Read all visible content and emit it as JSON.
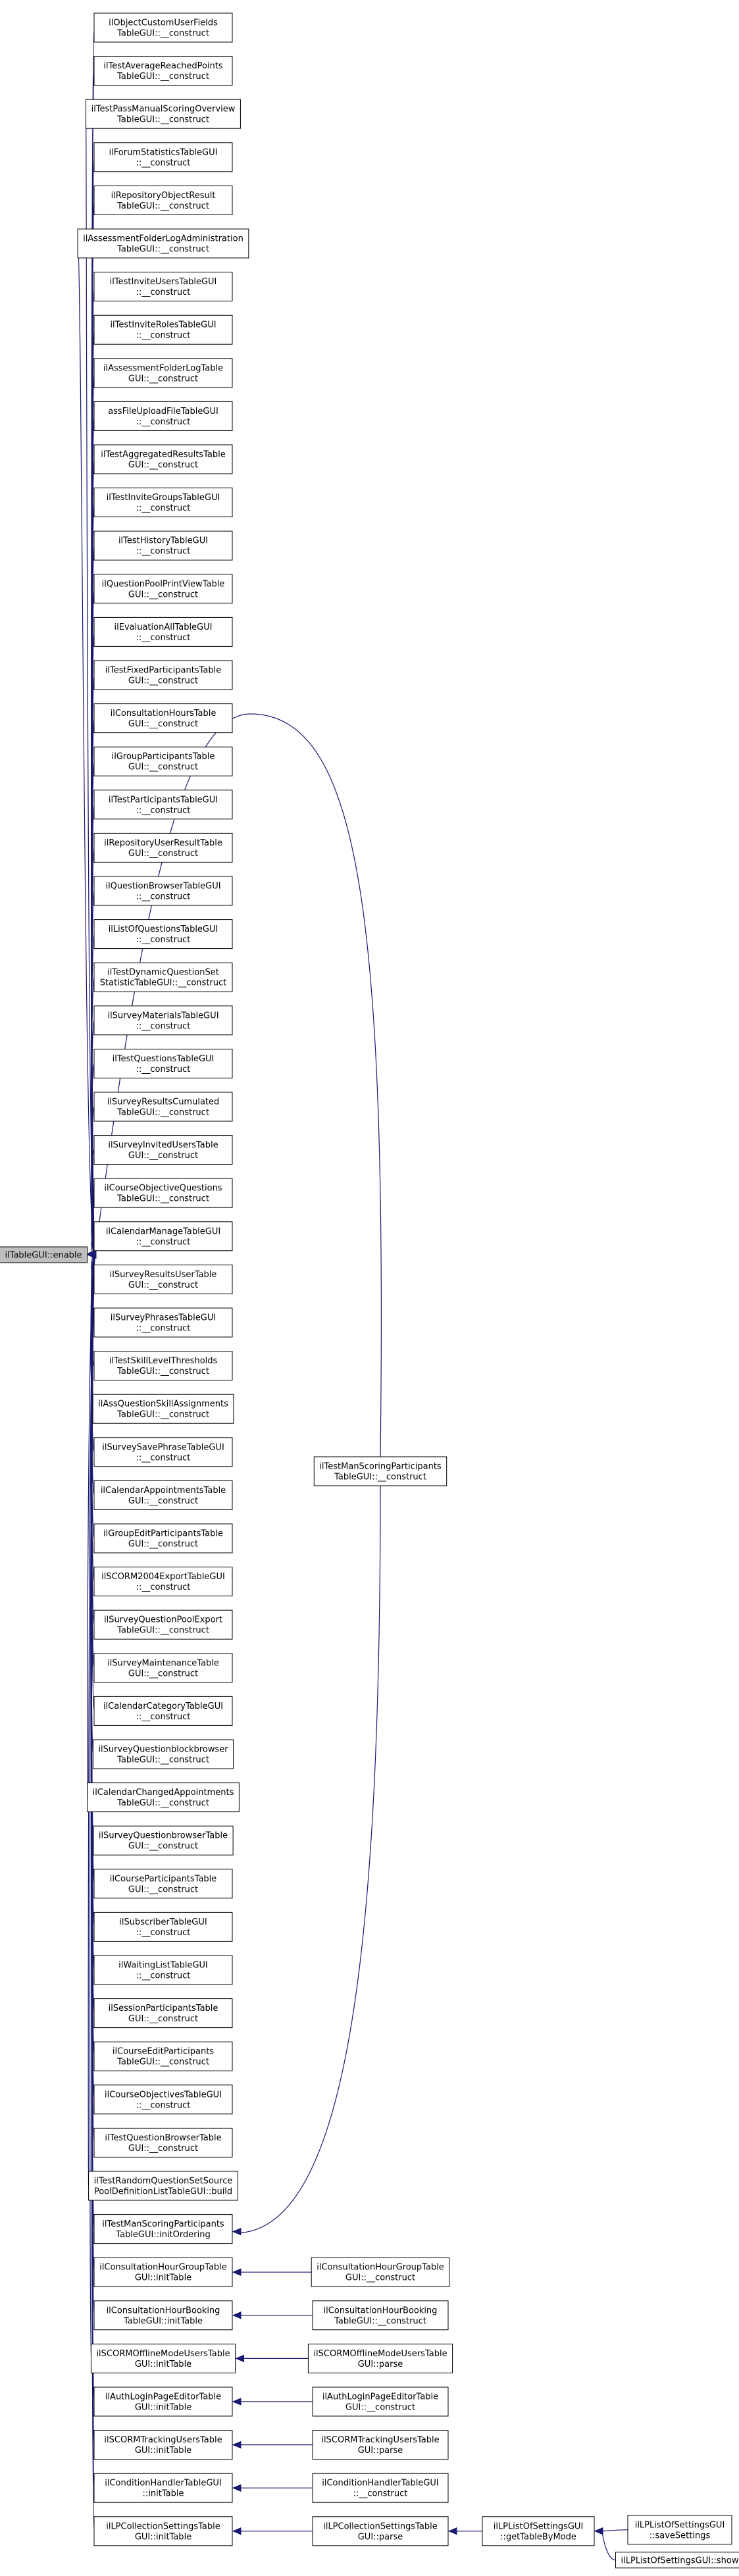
{
  "diagram": {
    "nodes": [
      {
        "id": "root",
        "lines": [
          "ilTableGUI::enable"
        ],
        "root": true
      },
      {
        "id": "n0",
        "lines": [
          "ilObjectCustomUserFields",
          "TableGUI::__construct"
        ]
      },
      {
        "id": "n1",
        "lines": [
          "ilTestAverageReachedPoints",
          "TableGUI::__construct"
        ]
      },
      {
        "id": "n2",
        "lines": [
          "ilTestPassManualScoringOverview",
          "TableGUI::__construct"
        ]
      },
      {
        "id": "n3",
        "lines": [
          "ilForumStatisticsTableGUI",
          "::__construct"
        ]
      },
      {
        "id": "n4",
        "lines": [
          "ilRepositoryObjectResult",
          "TableGUI::__construct"
        ]
      },
      {
        "id": "n5",
        "lines": [
          "ilAssessmentFolderLogAdministration",
          "TableGUI::__construct"
        ]
      },
      {
        "id": "n6",
        "lines": [
          "ilTestInviteUsersTableGUI",
          "::__construct"
        ]
      },
      {
        "id": "n7",
        "lines": [
          "ilTestInviteRolesTableGUI",
          "::__construct"
        ]
      },
      {
        "id": "n8",
        "lines": [
          "ilAssessmentFolderLogTable",
          "GUI::__construct"
        ]
      },
      {
        "id": "n9",
        "lines": [
          "assFileUploadFileTableGUI",
          "::__construct"
        ]
      },
      {
        "id": "n10",
        "lines": [
          "ilTestAggregatedResultsTable",
          "GUI::__construct"
        ]
      },
      {
        "id": "n11",
        "lines": [
          "ilTestInviteGroupsTableGUI",
          "::__construct"
        ]
      },
      {
        "id": "n12",
        "lines": [
          "ilTestHistoryTableGUI",
          "::__construct"
        ]
      },
      {
        "id": "n13",
        "lines": [
          "ilQuestionPoolPrintViewTable",
          "GUI::__construct"
        ]
      },
      {
        "id": "n14",
        "lines": [
          "ilEvaluationAllTableGUI",
          "::__construct"
        ]
      },
      {
        "id": "n15",
        "lines": [
          "ilTestFixedParticipantsTable",
          "GUI::__construct"
        ]
      },
      {
        "id": "n16",
        "lines": [
          "ilConsultationHoursTable",
          "GUI::__construct"
        ]
      },
      {
        "id": "n17",
        "lines": [
          "ilGroupParticipantsTable",
          "GUI::__construct"
        ]
      },
      {
        "id": "n18",
        "lines": [
          "ilTestParticipantsTableGUI",
          "::__construct"
        ]
      },
      {
        "id": "n19",
        "lines": [
          "ilRepositoryUserResultTable",
          "GUI::__construct"
        ]
      },
      {
        "id": "n20",
        "lines": [
          "ilQuestionBrowserTableGUI",
          "::__construct"
        ]
      },
      {
        "id": "n21",
        "lines": [
          "ilListOfQuestionsTableGUI",
          "::__construct"
        ]
      },
      {
        "id": "n22",
        "lines": [
          "ilTestDynamicQuestionSet",
          "StatisticTableGUI::__construct"
        ]
      },
      {
        "id": "n23",
        "lines": [
          "ilSurveyMaterialsTableGUI",
          "::__construct"
        ]
      },
      {
        "id": "n24",
        "lines": [
          "ilTestQuestionsTableGUI",
          "::__construct"
        ]
      },
      {
        "id": "n25",
        "lines": [
          "ilSurveyResultsCumulated",
          "TableGUI::__construct"
        ]
      },
      {
        "id": "n26",
        "lines": [
          "ilSurveyInvitedUsersTable",
          "GUI::__construct"
        ]
      },
      {
        "id": "n27",
        "lines": [
          "ilCourseObjectiveQuestions",
          "TableGUI::__construct"
        ]
      },
      {
        "id": "n28",
        "lines": [
          "ilCalendarManageTableGUI",
          "::__construct"
        ]
      },
      {
        "id": "n29",
        "lines": [
          "ilSurveyResultsUserTable",
          "GUI::__construct"
        ]
      },
      {
        "id": "n30",
        "lines": [
          "ilSurveyPhrasesTableGUI",
          "::__construct"
        ]
      },
      {
        "id": "n31",
        "lines": [
          "ilTestSkillLevelThresholds",
          "TableGUI::__construct"
        ]
      },
      {
        "id": "n32",
        "lines": [
          "ilAssQuestionSkillAssignments",
          "TableGUI::__construct"
        ]
      },
      {
        "id": "n33",
        "lines": [
          "ilSurveySavePhraseTableGUI",
          "::__construct"
        ]
      },
      {
        "id": "n34",
        "lines": [
          "ilCalendarAppointmentsTable",
          "GUI::__construct"
        ]
      },
      {
        "id": "n35",
        "lines": [
          "ilGroupEditParticipantsTable",
          "GUI::__construct"
        ]
      },
      {
        "id": "n36",
        "lines": [
          "ilSCORM2004ExportTableGUI",
          "::__construct"
        ]
      },
      {
        "id": "n37",
        "lines": [
          "ilSurveyQuestionPoolExport",
          "TableGUI::__construct"
        ]
      },
      {
        "id": "n38",
        "lines": [
          "ilSurveyMaintenanceTable",
          "GUI::__construct"
        ]
      },
      {
        "id": "n39",
        "lines": [
          "ilCalendarCategoryTableGUI",
          "::__construct"
        ]
      },
      {
        "id": "n40",
        "lines": [
          "ilSurveyQuestionblockbrowser",
          "TableGUI::__construct"
        ]
      },
      {
        "id": "n41",
        "lines": [
          "ilCalendarChangedAppointments",
          "TableGUI::__construct"
        ]
      },
      {
        "id": "n42",
        "lines": [
          "ilSurveyQuestionbrowserTable",
          "GUI::__construct"
        ]
      },
      {
        "id": "n43",
        "lines": [
          "ilCourseParticipantsTable",
          "GUI::__construct"
        ]
      },
      {
        "id": "n44",
        "lines": [
          "ilSubscriberTableGUI",
          "::__construct"
        ]
      },
      {
        "id": "n45",
        "lines": [
          "ilWaitingListTableGUI",
          "::__construct"
        ]
      },
      {
        "id": "n46",
        "lines": [
          "ilSessionParticipantsTable",
          "GUI::__construct"
        ]
      },
      {
        "id": "n47",
        "lines": [
          "ilCourseEditParticipants",
          "TableGUI::__construct"
        ]
      },
      {
        "id": "n48",
        "lines": [
          "ilCourseObjectivesTableGUI",
          "::__construct"
        ]
      },
      {
        "id": "n49",
        "lines": [
          "ilTestQuestionBrowserTable",
          "GUI::__construct"
        ]
      },
      {
        "id": "n50",
        "lines": [
          "ilTestRandomQuestionSetSource",
          "PoolDefinitionListTableGUI::build"
        ]
      },
      {
        "id": "n51",
        "lines": [
          "ilTestManScoringParticipants",
          "TableGUI::initOrdering"
        ]
      },
      {
        "id": "n52",
        "lines": [
          "ilConsultationHourGroupTable",
          "GUI::initTable"
        ]
      },
      {
        "id": "n53",
        "lines": [
          "ilConsultationHourBooking",
          "TableGUI::initTable"
        ]
      },
      {
        "id": "n54",
        "lines": [
          "ilSCORMOfflineModeUsersTable",
          "GUI::initTable"
        ]
      },
      {
        "id": "n55",
        "lines": [
          "ilAuthLoginPageEditorTable",
          "GUI::initTable"
        ]
      },
      {
        "id": "n56",
        "lines": [
          "ilSCORMTrackingUsersTable",
          "GUI::initTable"
        ]
      },
      {
        "id": "n57",
        "lines": [
          "ilConditionHandlerTableGUI",
          "::initTable"
        ]
      },
      {
        "id": "n58",
        "lines": [
          "ilLPCollectionSettingsTable",
          "GUI::initTable"
        ]
      },
      {
        "id": "m1",
        "lines": [
          "ilTestManScoringParticipants",
          "TableGUI::__construct"
        ]
      },
      {
        "id": "m2",
        "lines": [
          "ilConsultationHourGroupTable",
          "GUI::__construct"
        ]
      },
      {
        "id": "m3",
        "lines": [
          "ilConsultationHourBooking",
          "TableGUI::__construct"
        ]
      },
      {
        "id": "m4",
        "lines": [
          "ilSCORMOfflineModeUsersTable",
          "GUI::parse"
        ]
      },
      {
        "id": "m5",
        "lines": [
          "ilAuthLoginPageEditorTable",
          "GUI::__construct"
        ]
      },
      {
        "id": "m6",
        "lines": [
          "ilSCORMTrackingUsersTable",
          "GUI::parse"
        ]
      },
      {
        "id": "m7",
        "lines": [
          "ilConditionHandlerTableGUI",
          "::__construct"
        ]
      },
      {
        "id": "m8",
        "lines": [
          "ilLPCollectionSettingsTable",
          "GUI::parse"
        ]
      },
      {
        "id": "p1",
        "lines": [
          "ilLPListOfSettingsGUI",
          "::getTableByMode"
        ]
      },
      {
        "id": "q1",
        "lines": [
          "ilLPListOfSettingsGUI",
          "::saveSettings"
        ]
      },
      {
        "id": "q2",
        "lines": [
          "ilLPListOfSettingsGUI::show"
        ]
      }
    ],
    "edges": [
      [
        "n0",
        "root"
      ],
      [
        "n1",
        "root"
      ],
      [
        "n2",
        "root"
      ],
      [
        "n3",
        "root"
      ],
      [
        "n4",
        "root"
      ],
      [
        "n5",
        "root"
      ],
      [
        "n6",
        "root"
      ],
      [
        "n7",
        "root"
      ],
      [
        "n8",
        "root"
      ],
      [
        "n9",
        "root"
      ],
      [
        "n10",
        "root"
      ],
      [
        "n11",
        "root"
      ],
      [
        "n12",
        "root"
      ],
      [
        "n13",
        "root"
      ],
      [
        "n14",
        "root"
      ],
      [
        "n15",
        "root"
      ],
      [
        "n16",
        "root"
      ],
      [
        "n17",
        "root"
      ],
      [
        "n18",
        "root"
      ],
      [
        "n19",
        "root"
      ],
      [
        "n20",
        "root"
      ],
      [
        "n21",
        "root"
      ],
      [
        "n22",
        "root"
      ],
      [
        "n23",
        "root"
      ],
      [
        "n24",
        "root"
      ],
      [
        "n25",
        "root"
      ],
      [
        "n26",
        "root"
      ],
      [
        "n27",
        "root"
      ],
      [
        "n28",
        "root"
      ],
      [
        "n29",
        "root"
      ],
      [
        "n30",
        "root"
      ],
      [
        "n31",
        "root"
      ],
      [
        "n32",
        "root"
      ],
      [
        "n33",
        "root"
      ],
      [
        "n34",
        "root"
      ],
      [
        "n35",
        "root"
      ],
      [
        "n36",
        "root"
      ],
      [
        "n37",
        "root"
      ],
      [
        "n38",
        "root"
      ],
      [
        "n39",
        "root"
      ],
      [
        "n40",
        "root"
      ],
      [
        "n41",
        "root"
      ],
      [
        "n42",
        "root"
      ],
      [
        "n43",
        "root"
      ],
      [
        "n44",
        "root"
      ],
      [
        "n45",
        "root"
      ],
      [
        "n46",
        "root"
      ],
      [
        "n47",
        "root"
      ],
      [
        "n48",
        "root"
      ],
      [
        "n49",
        "root"
      ],
      [
        "n50",
        "root"
      ],
      [
        "n51",
        "root"
      ],
      [
        "n52",
        "root"
      ],
      [
        "n53",
        "root"
      ],
      [
        "n54",
        "root"
      ],
      [
        "n55",
        "root"
      ],
      [
        "n56",
        "root"
      ],
      [
        "n57",
        "root"
      ],
      [
        "n58",
        "root"
      ],
      [
        "m1",
        "root"
      ],
      [
        "m1",
        "n51"
      ],
      [
        "m2",
        "n52"
      ],
      [
        "m3",
        "n53"
      ],
      [
        "m4",
        "n54"
      ],
      [
        "m5",
        "n55"
      ],
      [
        "m6",
        "n56"
      ],
      [
        "m7",
        "n57"
      ],
      [
        "m8",
        "n58"
      ],
      [
        "p1",
        "m8"
      ],
      [
        "q1",
        "p1"
      ],
      [
        "q2",
        "p1"
      ]
    ],
    "colors": {
      "edge": "#191970",
      "root_fill": "#bfbfbf",
      "node_fill": "#ffffff",
      "border": "#000000"
    }
  }
}
